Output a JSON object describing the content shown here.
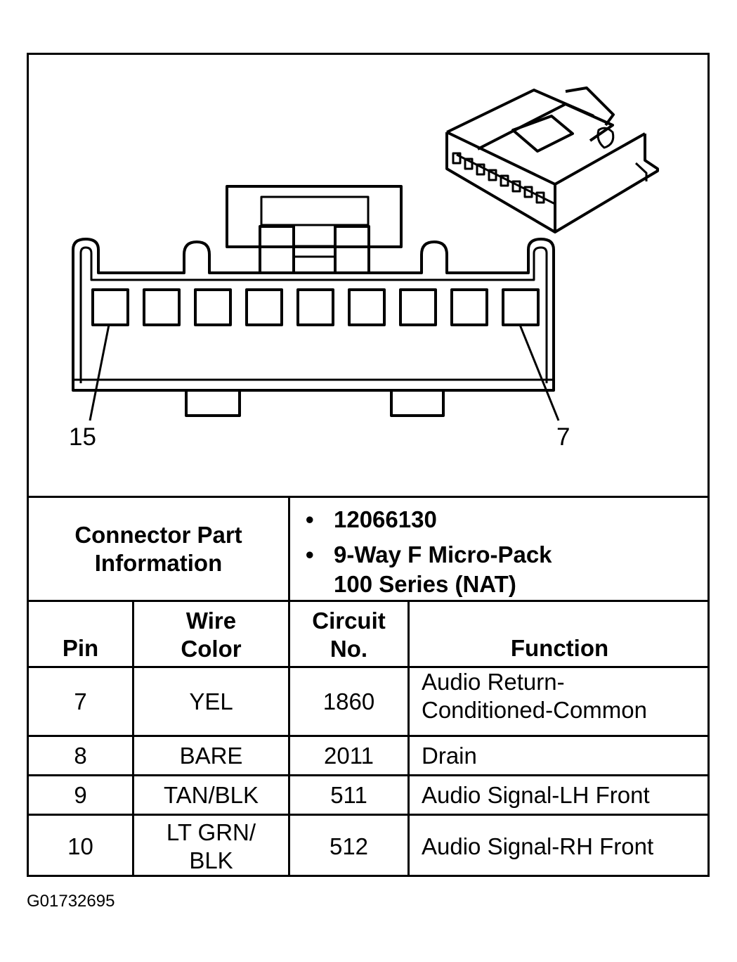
{
  "connector": {
    "pin_labels": {
      "left": "15",
      "right": "7"
    }
  },
  "part_info": {
    "label_line1": "Connector Part",
    "label_line2": "Information",
    "bullet1": "12066130",
    "bullet2_line1": "9-Way F Micro-Pack",
    "bullet2_line2": "100 Series (NAT)"
  },
  "table": {
    "headers": {
      "pin": "Pin",
      "wire_color_line1": "Wire",
      "wire_color_line2": "Color",
      "circuit_line1": "Circuit",
      "circuit_line2": "No.",
      "function": "Function"
    },
    "rows": [
      {
        "pin": "7",
        "wire_color": "YEL",
        "circuit": "1860",
        "function_line1": "Audio Return-",
        "function_line2": "Conditioned-Common"
      },
      {
        "pin": "8",
        "wire_color": "BARE",
        "circuit": "2011",
        "function": "Drain"
      },
      {
        "pin": "9",
        "wire_color": "TAN/BLK",
        "circuit": "511",
        "function": "Audio Signal-LH Front"
      },
      {
        "pin": "10",
        "wire_color_line1": "LT GRN/",
        "wire_color_line2": "BLK",
        "circuit": "512",
        "function": "Audio Signal-RH Front"
      }
    ]
  },
  "footer": {
    "figure_id": "G01732695"
  }
}
